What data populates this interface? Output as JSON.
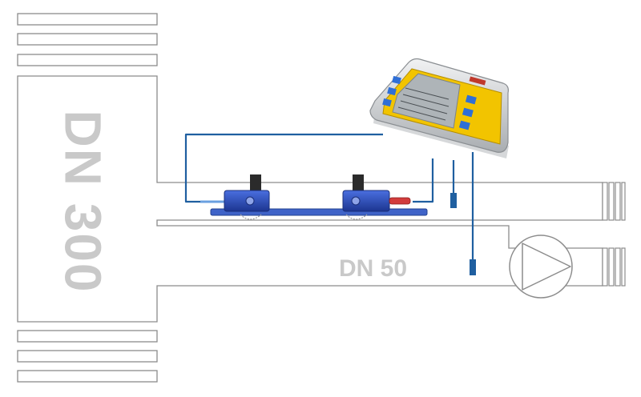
{
  "labels": {
    "main_pipe": "DN 300",
    "branch_pipe": "DN 50"
  },
  "colors": {
    "pipe_outline": "#8c8c8c",
    "label_gray": "#c9c9c9",
    "cable_blue": "#1f5fa0",
    "sensor_blue": "#2a4fb8",
    "device_yellow": "#f2c400",
    "device_screen": "#aeb4b8",
    "device_button": "#2f6fd6"
  },
  "icons": {
    "pump": "pump-symbol",
    "device": "flowmeter-device",
    "transducer": "clamp-on-transducer",
    "probe": "temperature-probe"
  }
}
